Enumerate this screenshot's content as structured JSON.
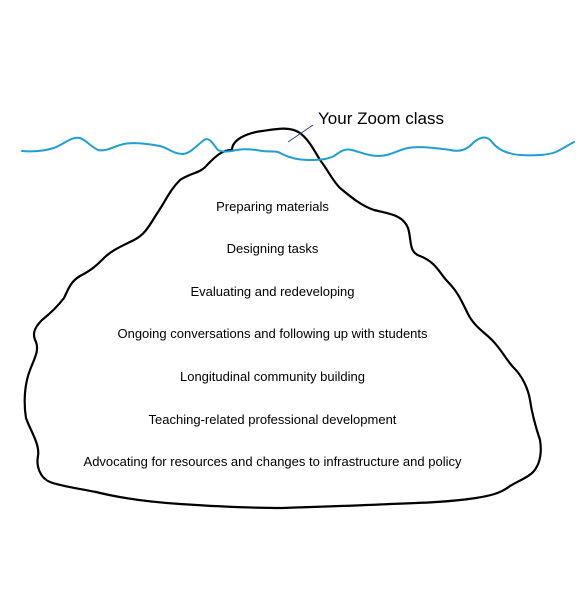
{
  "diagram": {
    "visible_label": "Your Zoom class",
    "hidden_items": [
      "Preparing materials",
      "Designing tasks",
      "Evaluating and redeveloping",
      "Ongoing conversations and following up with students",
      "Longitudinal community building",
      "Teaching-related professional development",
      "Advocating for resources and changes to infrastructure and policy"
    ]
  },
  "colors": {
    "water": "#1ea0d6",
    "iceberg_outline": "#000000",
    "pointer": "#2a4a8c"
  }
}
